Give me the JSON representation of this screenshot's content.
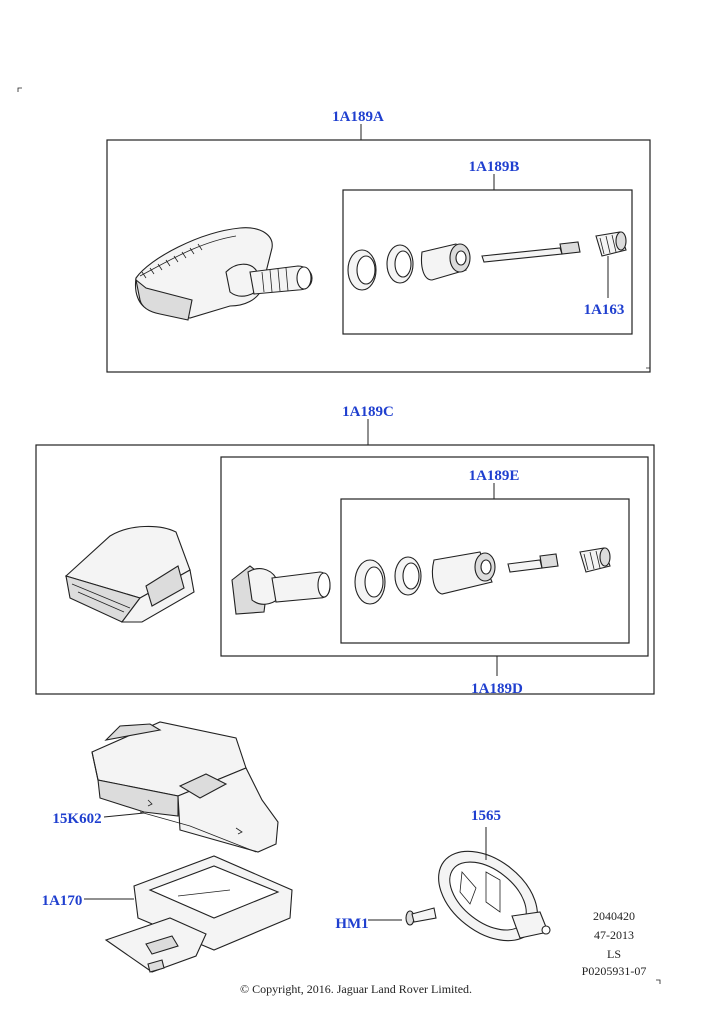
{
  "callouts": {
    "kit_a": "1A189A",
    "kit_b": "1A189B",
    "cap_a": "1A163",
    "kit_c": "1A189C",
    "kit_e": "1A189E",
    "kit_d": "1A189D",
    "module": "15K602",
    "bracket": "1A170",
    "plate": "1565",
    "fastener": "HM1"
  },
  "reference": {
    "line1": "2040420",
    "line2": "47-2013",
    "line3": "LS",
    "line4": "P0205931-07"
  },
  "copyright": "© Copyright, 2016. Jaguar Land Rover Limited."
}
